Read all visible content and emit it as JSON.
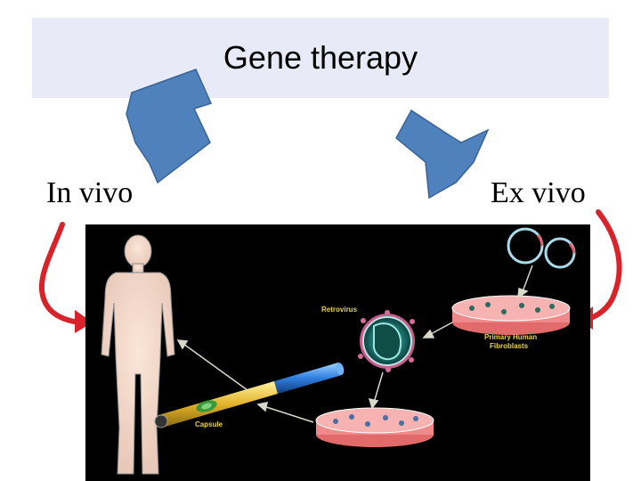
{
  "title": "Gene therapy",
  "labels": {
    "in_vivo": "In vivo",
    "ex_vivo": "Ex vivo"
  },
  "figure": {
    "retrovirus": "Retrovirus",
    "primary_human_fibroblasts_line1": "Primary Human",
    "primary_human_fibroblasts_line2": "Fibroblasts",
    "capsule": "Capsule"
  },
  "colors": {
    "title_bg": "#e8ebf7",
    "arrow_blue": "#4f81bd",
    "arrow_red": "#d9232b",
    "figure_bg": "#000000",
    "figure_text": "#e8d34a",
    "dish_pink": "#f08a8a"
  }
}
